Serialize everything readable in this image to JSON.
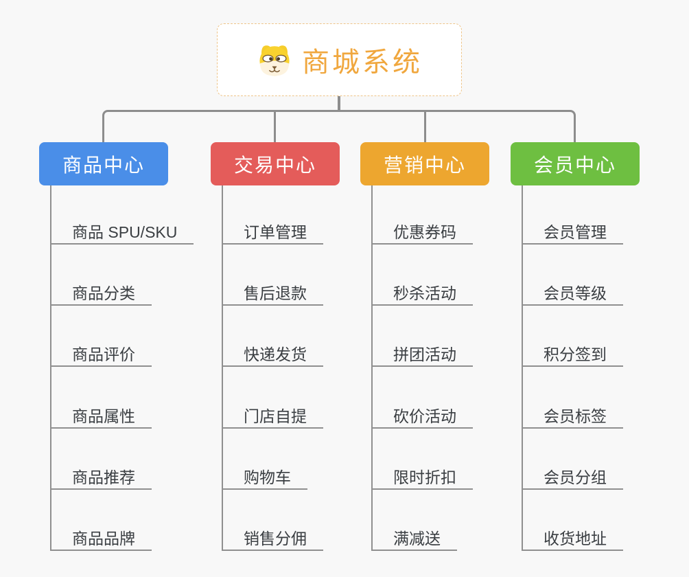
{
  "canvas": {
    "background": "#f8f8f8",
    "connector_color": "#8d8d8d",
    "leaf_line_color": "#8f8f8f",
    "leaf_text_color": "#3a3e42"
  },
  "root": {
    "title": "商城系统",
    "icon": "dog-logo-icon",
    "text_color": "#f0a73e",
    "border_color": "#eec488",
    "background": "#ffffff"
  },
  "branches": [
    {
      "id": "product-center",
      "label": "商品中心",
      "color": "#4a8ee8",
      "children": [
        "商品 SPU/SKU",
        "商品分类",
        "商品评价",
        "商品属性",
        "商品推荐",
        "商品品牌"
      ]
    },
    {
      "id": "trade-center",
      "label": "交易中心",
      "color": "#e45c5a",
      "children": [
        "订单管理",
        "售后退款",
        "快递发货",
        "门店自提",
        "购物车",
        "销售分佣"
      ]
    },
    {
      "id": "marketing-center",
      "label": "营销中心",
      "color": "#eda62f",
      "children": [
        "优惠券码",
        "秒杀活动",
        "拼团活动",
        "砍价活动",
        "限时折扣",
        "满减送"
      ]
    },
    {
      "id": "member-center",
      "label": "会员中心",
      "color": "#6ebf41",
      "children": [
        "会员管理",
        "会员等级",
        "积分签到",
        "会员标签",
        "会员分组",
        "收货地址"
      ]
    }
  ]
}
